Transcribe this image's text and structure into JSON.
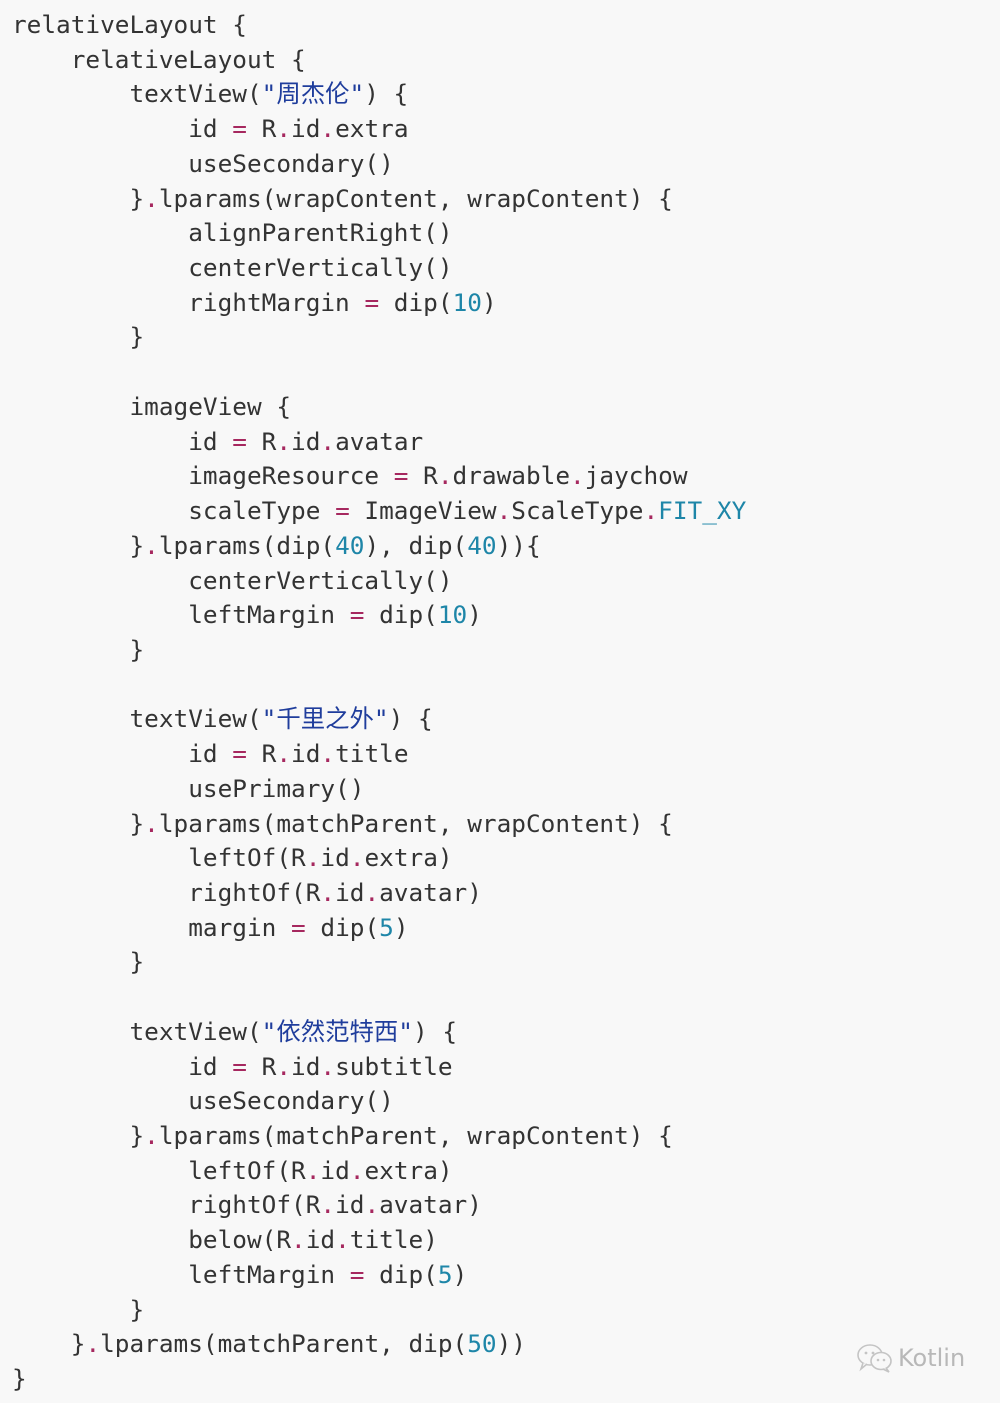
{
  "code_lines": [
    [
      {
        "t": "relativeLayout {"
      }
    ],
    [
      {
        "t": "    relativeLayout {"
      }
    ],
    [
      {
        "t": "        textView("
      },
      {
        "t": "\"周杰伦\"",
        "c": "str"
      },
      {
        "t": ") {"
      }
    ],
    [
      {
        "t": "            id "
      },
      {
        "t": "=",
        "c": "op"
      },
      {
        "t": " R"
      },
      {
        "t": ".",
        "c": "op"
      },
      {
        "t": "id"
      },
      {
        "t": ".",
        "c": "op"
      },
      {
        "t": "extra"
      }
    ],
    [
      {
        "t": "            useSecondary()"
      }
    ],
    [
      {
        "t": "        }"
      },
      {
        "t": ".",
        "c": "op"
      },
      {
        "t": "lparams(wrapContent, wrapContent) {"
      }
    ],
    [
      {
        "t": "            alignParentRight()"
      }
    ],
    [
      {
        "t": "            centerVertically()"
      }
    ],
    [
      {
        "t": "            rightMargin "
      },
      {
        "t": "=",
        "c": "op"
      },
      {
        "t": " dip("
      },
      {
        "t": "10",
        "c": "num"
      },
      {
        "t": ")"
      }
    ],
    [
      {
        "t": "        }"
      }
    ],
    [
      {
        "t": ""
      }
    ],
    [
      {
        "t": "        imageView {"
      }
    ],
    [
      {
        "t": "            id "
      },
      {
        "t": "=",
        "c": "op"
      },
      {
        "t": " R"
      },
      {
        "t": ".",
        "c": "op"
      },
      {
        "t": "id"
      },
      {
        "t": ".",
        "c": "op"
      },
      {
        "t": "avatar"
      }
    ],
    [
      {
        "t": "            imageResource "
      },
      {
        "t": "=",
        "c": "op"
      },
      {
        "t": " R"
      },
      {
        "t": ".",
        "c": "op"
      },
      {
        "t": "drawable"
      },
      {
        "t": ".",
        "c": "op"
      },
      {
        "t": "jaychow"
      }
    ],
    [
      {
        "t": "            scaleType "
      },
      {
        "t": "=",
        "c": "op"
      },
      {
        "t": " ImageView"
      },
      {
        "t": ".",
        "c": "op"
      },
      {
        "t": "ScaleType"
      },
      {
        "t": ".",
        "c": "op"
      },
      {
        "t": "FIT_XY",
        "c": "const"
      }
    ],
    [
      {
        "t": "        }"
      },
      {
        "t": ".",
        "c": "op"
      },
      {
        "t": "lparams(dip("
      },
      {
        "t": "40",
        "c": "num"
      },
      {
        "t": "), dip("
      },
      {
        "t": "40",
        "c": "num"
      },
      {
        "t": ")){"
      }
    ],
    [
      {
        "t": "            centerVertically()"
      }
    ],
    [
      {
        "t": "            leftMargin "
      },
      {
        "t": "=",
        "c": "op"
      },
      {
        "t": " dip("
      },
      {
        "t": "10",
        "c": "num"
      },
      {
        "t": ")"
      }
    ],
    [
      {
        "t": "        }"
      }
    ],
    [
      {
        "t": ""
      }
    ],
    [
      {
        "t": "        textView("
      },
      {
        "t": "\"千里之外\"",
        "c": "str"
      },
      {
        "t": ") {"
      }
    ],
    [
      {
        "t": "            id "
      },
      {
        "t": "=",
        "c": "op"
      },
      {
        "t": " R"
      },
      {
        "t": ".",
        "c": "op"
      },
      {
        "t": "id"
      },
      {
        "t": ".",
        "c": "op"
      },
      {
        "t": "title"
      }
    ],
    [
      {
        "t": "            usePrimary()"
      }
    ],
    [
      {
        "t": "        }"
      },
      {
        "t": ".",
        "c": "op"
      },
      {
        "t": "lparams(matchParent, wrapContent) {"
      }
    ],
    [
      {
        "t": "            leftOf(R"
      },
      {
        "t": ".",
        "c": "op"
      },
      {
        "t": "id"
      },
      {
        "t": ".",
        "c": "op"
      },
      {
        "t": "extra)"
      }
    ],
    [
      {
        "t": "            rightOf(R"
      },
      {
        "t": ".",
        "c": "op"
      },
      {
        "t": "id"
      },
      {
        "t": ".",
        "c": "op"
      },
      {
        "t": "avatar)"
      }
    ],
    [
      {
        "t": "            margin "
      },
      {
        "t": "=",
        "c": "op"
      },
      {
        "t": " dip("
      },
      {
        "t": "5",
        "c": "num"
      },
      {
        "t": ")"
      }
    ],
    [
      {
        "t": "        }"
      }
    ],
    [
      {
        "t": ""
      }
    ],
    [
      {
        "t": "        textView("
      },
      {
        "t": "\"依然范特西\"",
        "c": "str"
      },
      {
        "t": ") {"
      }
    ],
    [
      {
        "t": "            id "
      },
      {
        "t": "=",
        "c": "op"
      },
      {
        "t": " R"
      },
      {
        "t": ".",
        "c": "op"
      },
      {
        "t": "id"
      },
      {
        "t": ".",
        "c": "op"
      },
      {
        "t": "subtitle"
      }
    ],
    [
      {
        "t": "            useSecondary()"
      }
    ],
    [
      {
        "t": "        }"
      },
      {
        "t": ".",
        "c": "op"
      },
      {
        "t": "lparams(matchParent, wrapContent) {"
      }
    ],
    [
      {
        "t": "            leftOf(R"
      },
      {
        "t": ".",
        "c": "op"
      },
      {
        "t": "id"
      },
      {
        "t": ".",
        "c": "op"
      },
      {
        "t": "extra)"
      }
    ],
    [
      {
        "t": "            rightOf(R"
      },
      {
        "t": ".",
        "c": "op"
      },
      {
        "t": "id"
      },
      {
        "t": ".",
        "c": "op"
      },
      {
        "t": "avatar)"
      }
    ],
    [
      {
        "t": "            below(R"
      },
      {
        "t": ".",
        "c": "op"
      },
      {
        "t": "id"
      },
      {
        "t": ".",
        "c": "op"
      },
      {
        "t": "title)"
      }
    ],
    [
      {
        "t": "            leftMargin "
      },
      {
        "t": "=",
        "c": "op"
      },
      {
        "t": " dip("
      },
      {
        "t": "5",
        "c": "num"
      },
      {
        "t": ")"
      }
    ],
    [
      {
        "t": "        }"
      }
    ],
    [
      {
        "t": "    }"
      },
      {
        "t": ".",
        "c": "op"
      },
      {
        "t": "lparams(matchParent, dip("
      },
      {
        "t": "50",
        "c": "num"
      },
      {
        "t": "))"
      }
    ],
    [
      {
        "t": "}"
      }
    ]
  ],
  "watermark": {
    "icon": "wechat-icon",
    "label": "Kotlin"
  },
  "colors": {
    "background": "#f8f8f8",
    "text": "#333333",
    "operator": "#a6285f",
    "number": "#1e86a8",
    "string": "#1f3d9c",
    "watermark": "#b8b8b8"
  }
}
